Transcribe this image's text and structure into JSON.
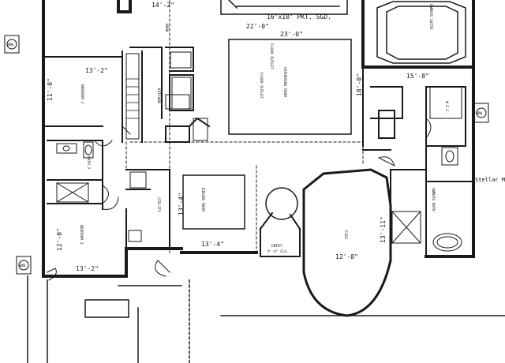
{
  "plan": {
    "dimensions": {
      "top_dim_1": "14'-2\"",
      "slider_door": "16'x10' PKT. SGD.",
      "top_dim_2": "22'-0\"",
      "gathering_width": "23'-0\"",
      "bedroom2_width": "13'-2\"",
      "bedroom2_depth": "11'-0\"",
      "owners_width": "15'-8\"",
      "gathering_depth": "18'-0\"",
      "utility_depth": "13'-4\"",
      "dining_width": "13'-4\"",
      "flex_width": "12'-8\"",
      "flex_depth": "13'-11\"",
      "bedroom3_depth": "12'-0\"",
      "bedroom3_width": "13'-2\""
    },
    "rooms": {
      "nook": "NOOK",
      "owners_suite": "OWNERS SUITE",
      "kitchen": "KITCHEN",
      "gathering": "GATHERING ROOM",
      "bedroom2": "BEDROOM 2",
      "bath2": "BATH 2",
      "dining": "DINING ROOM",
      "utility": "UTILITY",
      "bedroom3": "BEDROOM 3",
      "owners_bath": "OWNERS BATH",
      "wic": "W.I.C.",
      "flex": "FLEX",
      "entry": "ENTRY",
      "ceiling_tag": "9'-4\" CLG."
    },
    "notes": {
      "floor_outlet_1": "FLOOR OUTLET",
      "floor_outlet_2": "FLOOR OUTLET"
    },
    "markers": {
      "left_upper": "WDW",
      "left_lower": "WDW",
      "right": "WDW"
    },
    "watermark": "Stellar MLS"
  }
}
